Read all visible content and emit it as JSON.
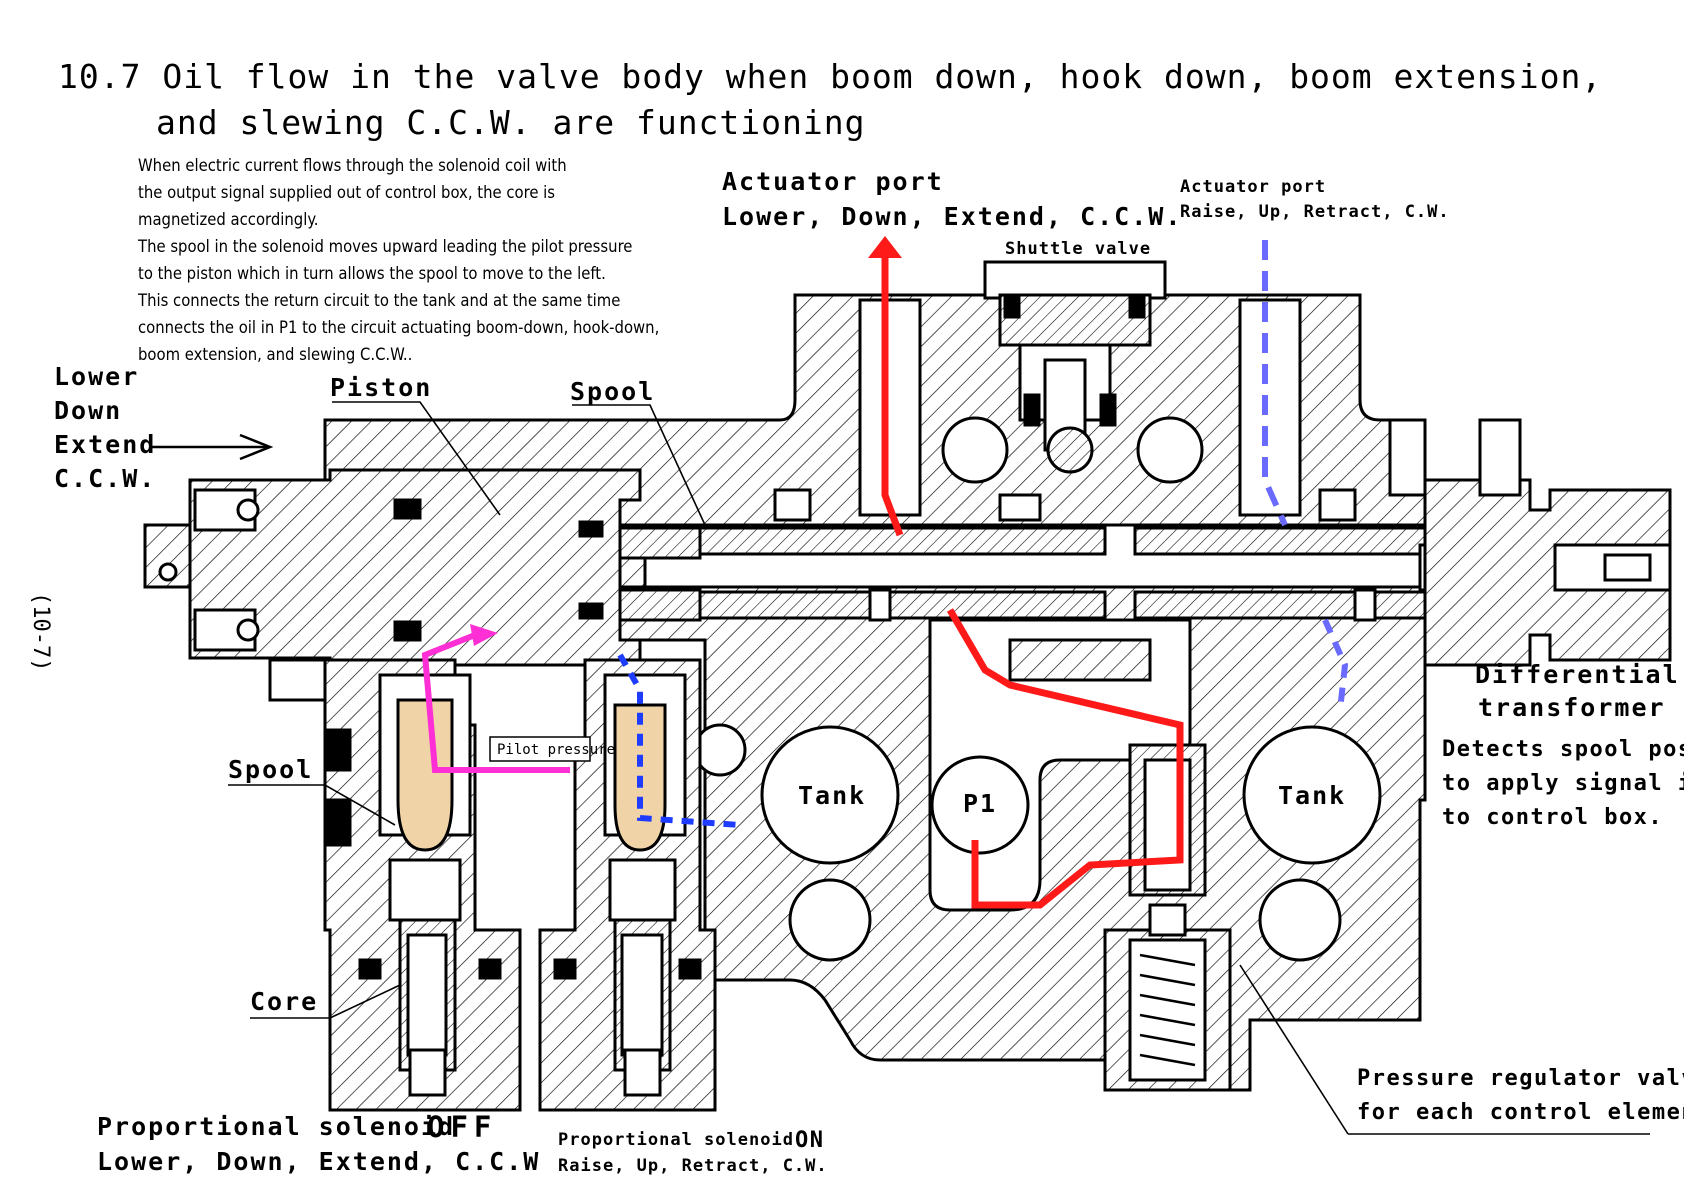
{
  "title": {
    "line1": "10.7 Oil flow in the valve body when boom down, hook down, boom extension,",
    "line2": "and slewing C.C.W. are functioning"
  },
  "description": [
    "When electric current flows through the solenoid coil with",
    "the output signal supplied out of control box, the core is",
    " magnetized accordingly.",
    " The spool in the solenoid moves upward leading the pilot pressure",
    "to the piston which in turn allows the spool to move to the left.",
    "This connects the return circuit to the tank and at the same time",
    "connects the oil in P1 to the circuit actuating boom-down, hook-down,",
    "boom extension, and slewing C.C.W.."
  ],
  "labels": {
    "actuator_port_left": [
      "Actuator port",
      "Lower, Down, Extend, C.C.W."
    ],
    "actuator_port_right": [
      "Actuator port",
      "Raise, Up, Retract,  C.W."
    ],
    "shuttle_valve": "Shuttle valve",
    "direction": [
      "Lower",
      "Down",
      "Extend",
      "C.C.W."
    ],
    "piston": "Piston",
    "spool_top": "Spool",
    "spool_left": "Spool",
    "core": "Core",
    "pilot_pressure": "Pilot pressure",
    "tank_left": "Tank",
    "tank_right": "Tank",
    "p1": "P1",
    "differential_transformer": [
      "Differential",
      "transformer"
    ],
    "detects": [
      "Detects spool position",
      "to apply signal input",
      "to control box."
    ],
    "pressure_regulator": [
      "Pressure regulator valves",
      "for each control element"
    ],
    "solenoid_off": [
      "Proportional solenoid",
      "OFF",
      "Lower, Down, Extend, C.C.W"
    ],
    "solenoid_on": [
      "Proportional solenoid",
      "ON",
      "Raise, Up, Retract,  C.W."
    ],
    "page_number": "(10-7)"
  },
  "colors": {
    "pressure_flow": "#ff1a1a",
    "return_flow": "#6a6aff",
    "pilot_flow": "#ff2fd6",
    "pilot_return": "#1e3cff",
    "spool_fill": "#f1d3a8"
  }
}
